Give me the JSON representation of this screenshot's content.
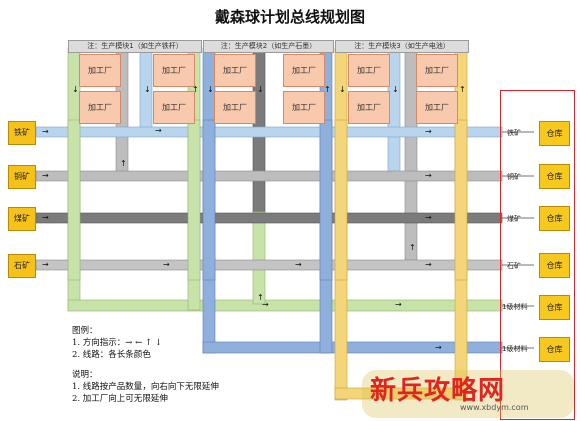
{
  "title": "戴森球计划总线规划图",
  "modules": [
    {
      "header": "注：生产模块1（如生产铁杆）"
    },
    {
      "header": "注：生产模块2（如生产石墨）"
    },
    {
      "header": "注：生产模块3（如生产电池）"
    }
  ],
  "factory_label": "加工厂",
  "mines": [
    "铁矿",
    "铜矿",
    "煤矿",
    "石矿"
  ],
  "lane_labels": [
    "铁矿",
    "铜矿",
    "煤矿",
    "石矿",
    "1级材料",
    "1级材料"
  ],
  "warehouse_label": "仓库",
  "legend": {
    "heading": "图例：",
    "line1": "1. 方向指示：→ ← ↑ ↓",
    "line2": "2. 线路：各长条颜色"
  },
  "notes": {
    "heading": "说明：",
    "line1": "1. 线路按产品数量，向右向下无限延伸",
    "line2": "2. 加工厂向上可无限延伸"
  },
  "watermark": {
    "brand": "新兵攻略网",
    "url": "www.xbdym.com"
  },
  "colors": {
    "iron_lane": "#b9d5ee",
    "copper_lane": "#bdbdbd",
    "coal_lane": "#7b7b7b",
    "stone_lane": "#c4c4c4",
    "module1": "#c7e3a9",
    "module2": "#8fb0dc",
    "module3": "#f4d57a",
    "factory": "#f8c9ac",
    "resource": "#f6c21a",
    "highlight_box": "#e0232a"
  }
}
